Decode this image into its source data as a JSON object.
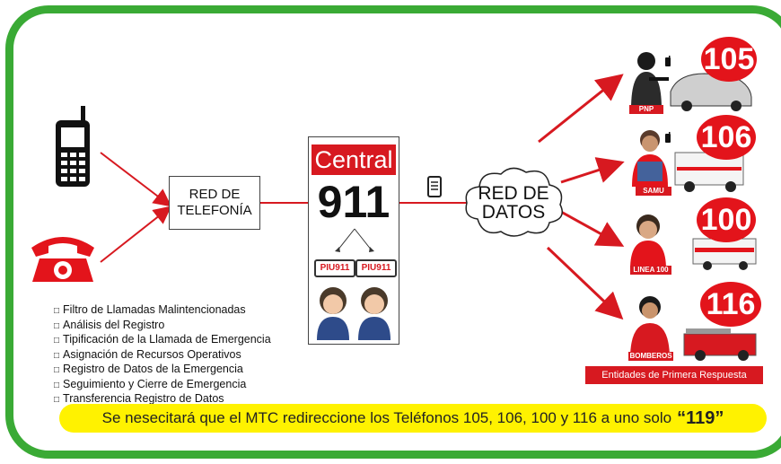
{
  "network_phone": {
    "line1": "RED DE",
    "line2": "TELEFONÍA"
  },
  "central": {
    "title": "Central",
    "number": "911",
    "station_label": "PIU911"
  },
  "network_data": {
    "line1": "RED DE",
    "line2": "DATOS"
  },
  "entities": [
    {
      "name": "PNP",
      "number": "105"
    },
    {
      "name": "SAMU",
      "number": "106"
    },
    {
      "name": "LINEA 100",
      "number": "100"
    },
    {
      "name": "BOMBEROS",
      "number": "116"
    }
  ],
  "entities_caption": "Entidades de Primera Respuesta",
  "functions": [
    "Filtro de Llamadas Malintencionadas",
    "Análisis del Registro",
    "Tipificación de la Llamada de Emergencia",
    "Asignación de Recursos Operativos",
    "Registro de Datos de la Emergencia",
    "Seguimiento y Cierre de Emergencia",
    "Transferencia Registro de Datos"
  ],
  "banner": {
    "text": "Se nesecitará que el MTC redireccione los Teléfonos 105, 106, 100  y 116 a uno solo",
    "highlight": "“119”"
  },
  "colors": {
    "frame": "#3aaa35",
    "accent": "#e3141b",
    "banner": "#fff200"
  }
}
